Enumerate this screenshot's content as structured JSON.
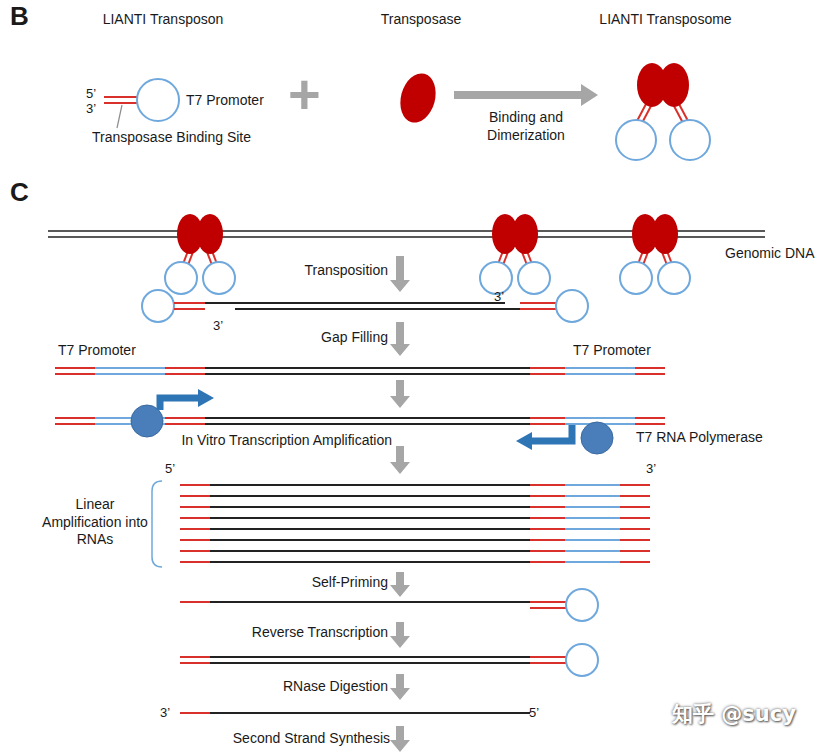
{
  "diagram": {
    "nodes": [
      {
        "text": [
          "LIANTI Transposon"
        ]
      },
      {
        "text": [
          "Transposase"
        ]
      },
      {
        "text": [
          "LIANTI Transposome"
        ]
      }
    ],
    "edges": [
      {
        "from": 1,
        "to": 2,
        "arrow": "to",
        "label": "Binding and Dimerization"
      }
    ],
    "labels": [
      "B",
      "5’",
      "3’",
      "T7 Promoter",
      "Transposase Binding Site",
      "+",
      "C",
      "Genomic DNA",
      "Transposition",
      "3’",
      "3’",
      "Gap Filling",
      "T7 Promoter",
      "T7 Promoter",
      "In Vitro Transcription Amplification",
      "T7 RNA Polymerase",
      "5’",
      "3’",
      "Linear Amplification into RNAs",
      "Self-Priming",
      "Reverse Transcription",
      "RNase Digestion",
      "3’",
      "5’",
      "Second Strand Synthesis",
      "知乎 @sucy"
    ]
  }
}
